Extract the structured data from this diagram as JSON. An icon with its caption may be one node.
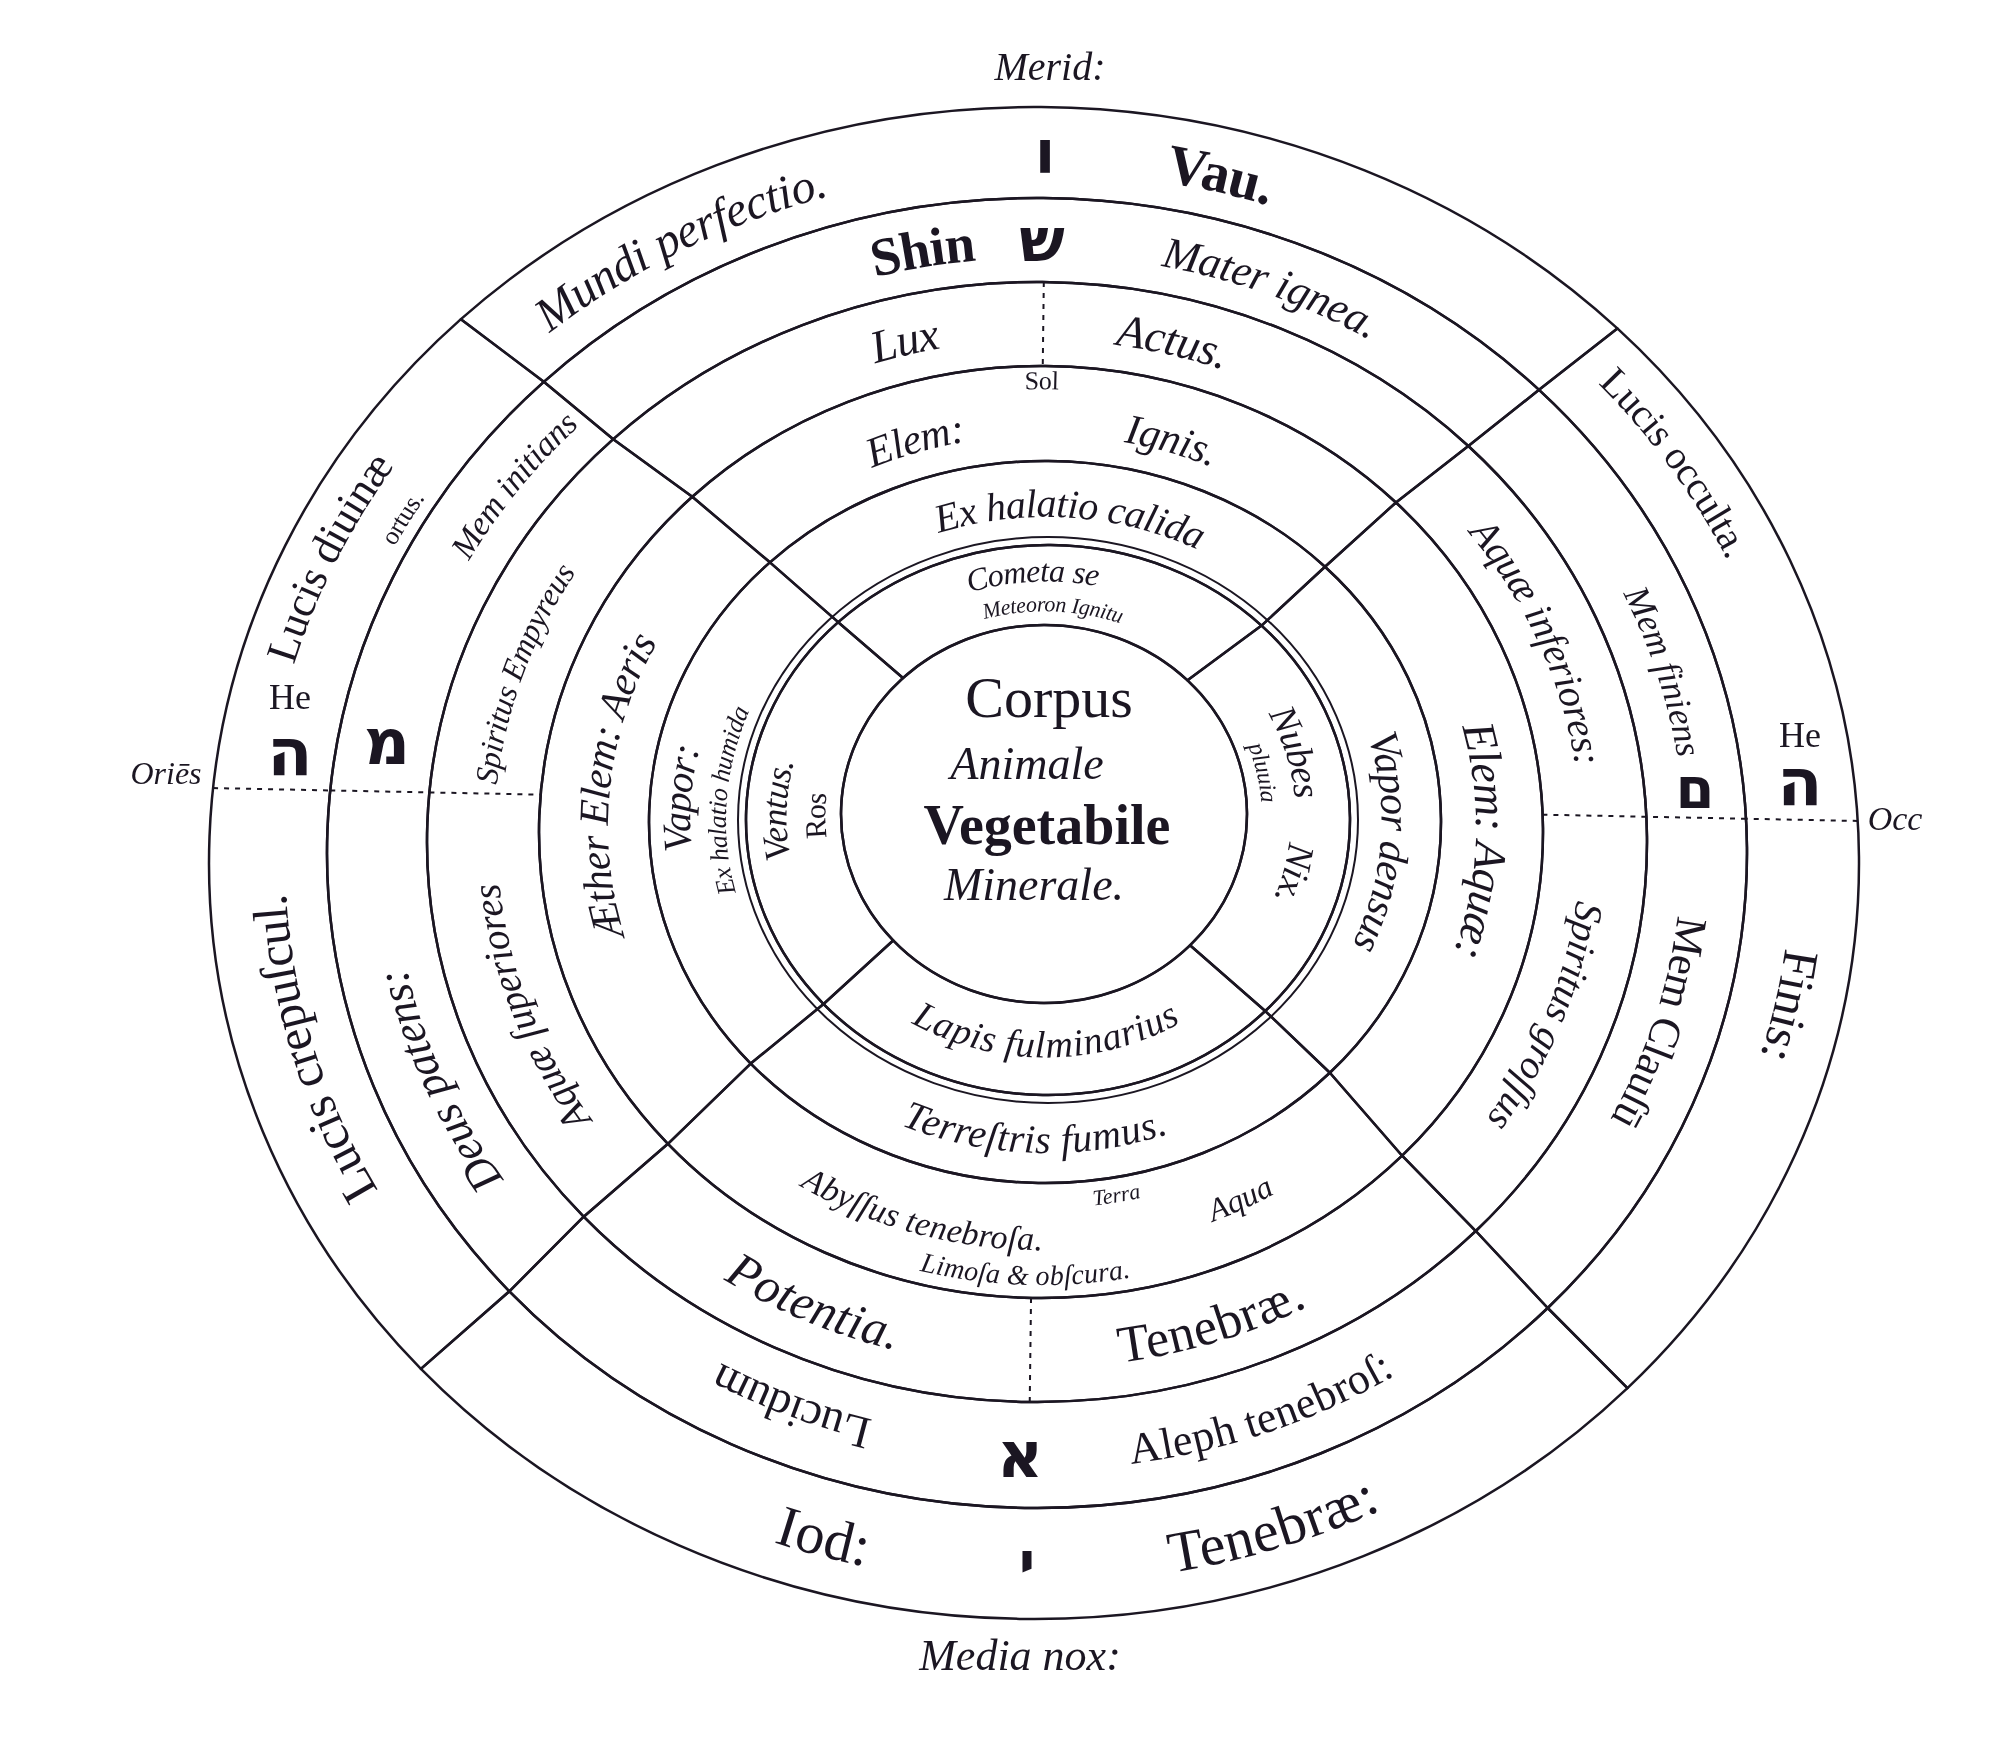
{
  "diagram": {
    "nodes": [
      {
        "text": [
          "Mundi perfectio.",
          "ו",
          "Vau."
        ]
      },
      {
        "text": [
          "Shin",
          "ש",
          "Mater ignea."
        ]
      },
      {
        "text": [
          "Lux",
          "Actus."
        ]
      },
      {
        "text": [
          "Elem:",
          "Sol",
          "Ignis."
        ]
      },
      {
        "text": [
          "Ex halatio calida"
        ]
      },
      {
        "text": [
          "Cometa se",
          "Meteoron Ignitu"
        ]
      },
      {
        "text": [
          "Lucis diuinæ ortus.",
          "He",
          "ה",
          "Lucis crepuſcul."
        ]
      },
      {
        "text": [
          "Mem initians",
          "מ",
          "Deus patens:"
        ]
      },
      {
        "text": [
          "Spiritus Empyreus",
          "Aquæ ſuperiores"
        ]
      },
      {
        "text": [
          "Æther Elem: Aeris"
        ]
      },
      {
        "text": [
          "Vapor:",
          "Ex halatio humida"
        ]
      },
      {
        "text": [
          "Ventus.",
          "Ros"
        ]
      },
      {
        "text": [
          "Corpus",
          "Animale",
          "Vegetabile",
          "Minerale."
        ]
      },
      {
        "text": [
          "Lucis occulta.",
          "He",
          "ה",
          "Finis:"
        ]
      },
      {
        "text": [
          "Mem finiens",
          "ם",
          "Mem Clauſū"
        ]
      },
      {
        "text": [
          "Aquæ inferiores:",
          "Spiritus groſſus"
        ]
      },
      {
        "text": [
          "Elem: Aquæ:"
        ]
      },
      {
        "text": [
          "Vapor densus"
        ]
      },
      {
        "text": [
          "Nubes",
          "pluuia",
          "Nix."
        ]
      },
      {
        "text": [
          "Lapis fulminarius"
        ]
      },
      {
        "text": [
          "Terreſtris fumus."
        ]
      },
      {
        "text": [
          "Terra",
          "Abyſſus tenebroſa.",
          "Aqua",
          "Limoſa & obſcura."
        ]
      },
      {
        "text": [
          "Potentia.",
          "Tenebræ."
        ]
      },
      {
        "text": [
          "Lucidum",
          "א",
          "Aleph tenebroſ:"
        ]
      },
      {
        "text": [
          "Iod:",
          "י",
          "Tenebræ:"
        ]
      }
    ],
    "labels": [
      "Merid:",
      "Oriēs",
      "Occ",
      "Media nox:"
    ]
  }
}
